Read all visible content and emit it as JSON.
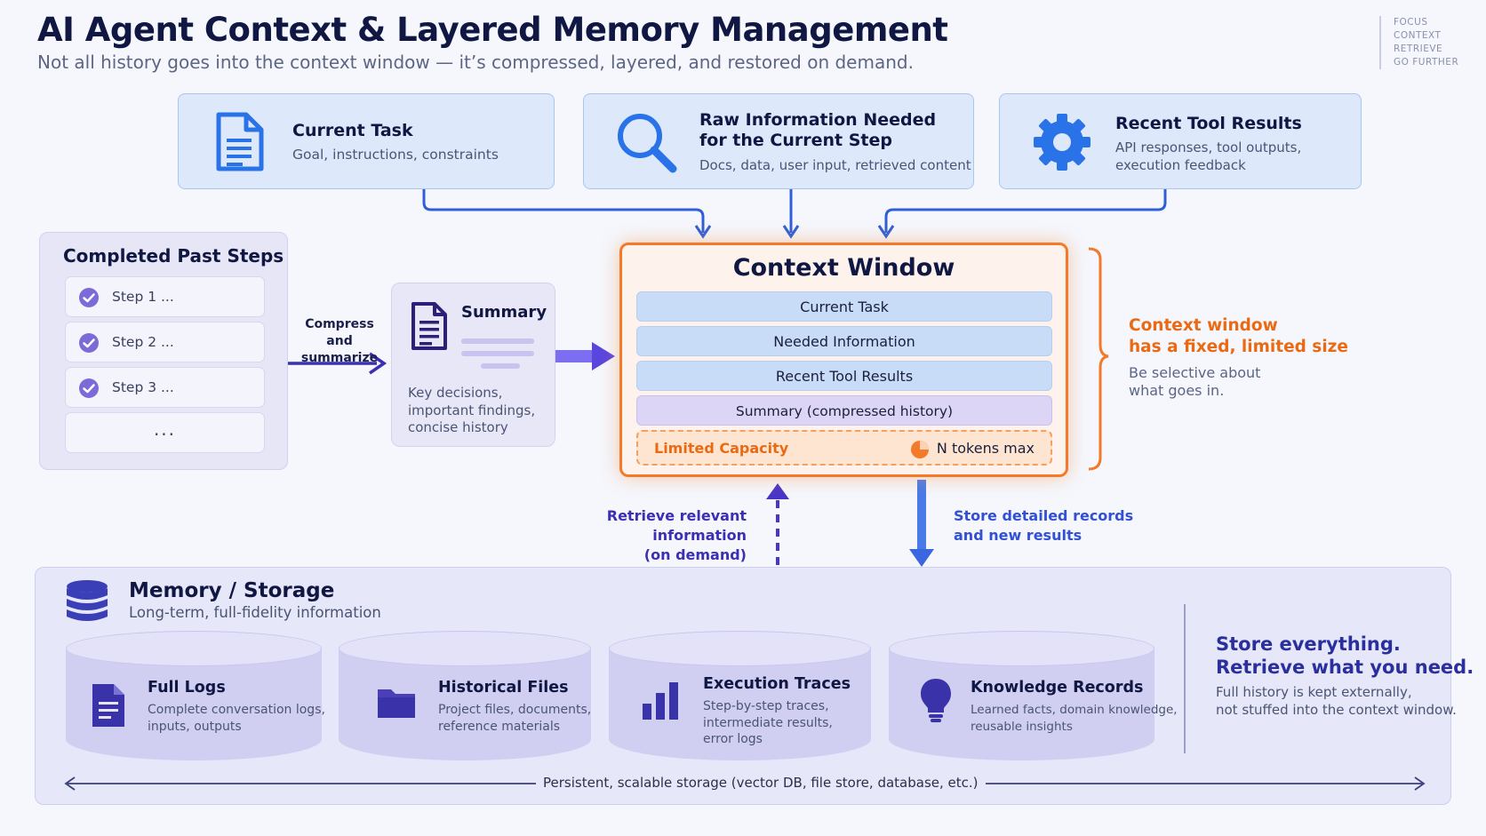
{
  "header": {
    "title": "AI Agent Context & Layered Memory Management",
    "subtitle": "Not all history goes into the context window — it’s compressed, layered, and restored on demand.",
    "side_tags": [
      "FOCUS",
      "CONTEXT",
      "RETRIEVE",
      "GO FURTHER"
    ]
  },
  "inputs": [
    {
      "title": "Current Task",
      "desc": "Goal, instructions, constraints",
      "icon": "document-icon"
    },
    {
      "title_line1": "Raw Information Needed",
      "title_line2": "for the Current Step",
      "desc": "Docs, data, user input, retrieved content",
      "icon": "search-icon"
    },
    {
      "title": "Recent Tool Results",
      "desc_line1": "API responses, tool outputs,",
      "desc_line2": "execution feedback",
      "icon": "gear-icon"
    }
  ],
  "past_steps": {
    "title": "Completed Past Steps",
    "steps": [
      "Step 1  ...",
      "Step 2  ...",
      "Step 3  ..."
    ],
    "more": "..."
  },
  "compress": {
    "line1": "Compress",
    "line2": "and summarize"
  },
  "summary": {
    "title": "Summary",
    "desc_line1": "Key decisions,",
    "desc_line2": "important findings,",
    "desc_line3": "concise history"
  },
  "context_window": {
    "title": "Context Window",
    "rows": [
      "Current Task",
      "Needed Information",
      "Recent Tool Results",
      "Summary (compressed history)"
    ],
    "limited_label": "Limited Capacity",
    "tokens_label": "N tokens max",
    "note_line1": "Context window",
    "note_line2": "has a fixed, limited size",
    "hint_line1": "Be selective about",
    "hint_line2": "what goes in."
  },
  "flows": {
    "retrieve_line1": "Retrieve relevant information",
    "retrieve_line2": "(on demand)",
    "store_line1": "Store detailed records",
    "store_line2": "and new results"
  },
  "memory": {
    "title": "Memory / Storage",
    "subtitle": "Long-term, full-fidelity information",
    "stores": [
      {
        "title": "Full Logs",
        "desc_line1": "Complete conversation logs,",
        "desc_line2": "inputs, outputs",
        "desc_line3": "",
        "icon": "log-document-icon"
      },
      {
        "title": "Historical Files",
        "desc_line1": "Project files, documents,",
        "desc_line2": "reference materials",
        "desc_line3": "",
        "icon": "folder-icon"
      },
      {
        "title": "Execution Traces",
        "desc_line1": "Step-by-step traces,",
        "desc_line2": "intermediate results,",
        "desc_line3": "error logs",
        "icon": "bar-chart-icon"
      },
      {
        "title": "Knowledge Records",
        "desc_line1": "Learned facts, domain knowledge,",
        "desc_line2": "reusable insights",
        "desc_line3": "",
        "icon": "lightbulb-icon"
      }
    ],
    "note_line1": "Store everything.",
    "note_line2": "Retrieve what you need.",
    "note_desc_line1": "Full history is kept externally,",
    "note_desc_line2": "not stuffed into the context window.",
    "persist": "Persistent, scalable storage (vector DB, file store, database, etc.)"
  },
  "colors": {
    "accent_orange": "#f27a2a",
    "accent_blue": "#2f6fe0",
    "accent_purple": "#4a35c9",
    "panel_blue": "#dde9fb",
    "panel_purple": "#e6e7f8"
  }
}
